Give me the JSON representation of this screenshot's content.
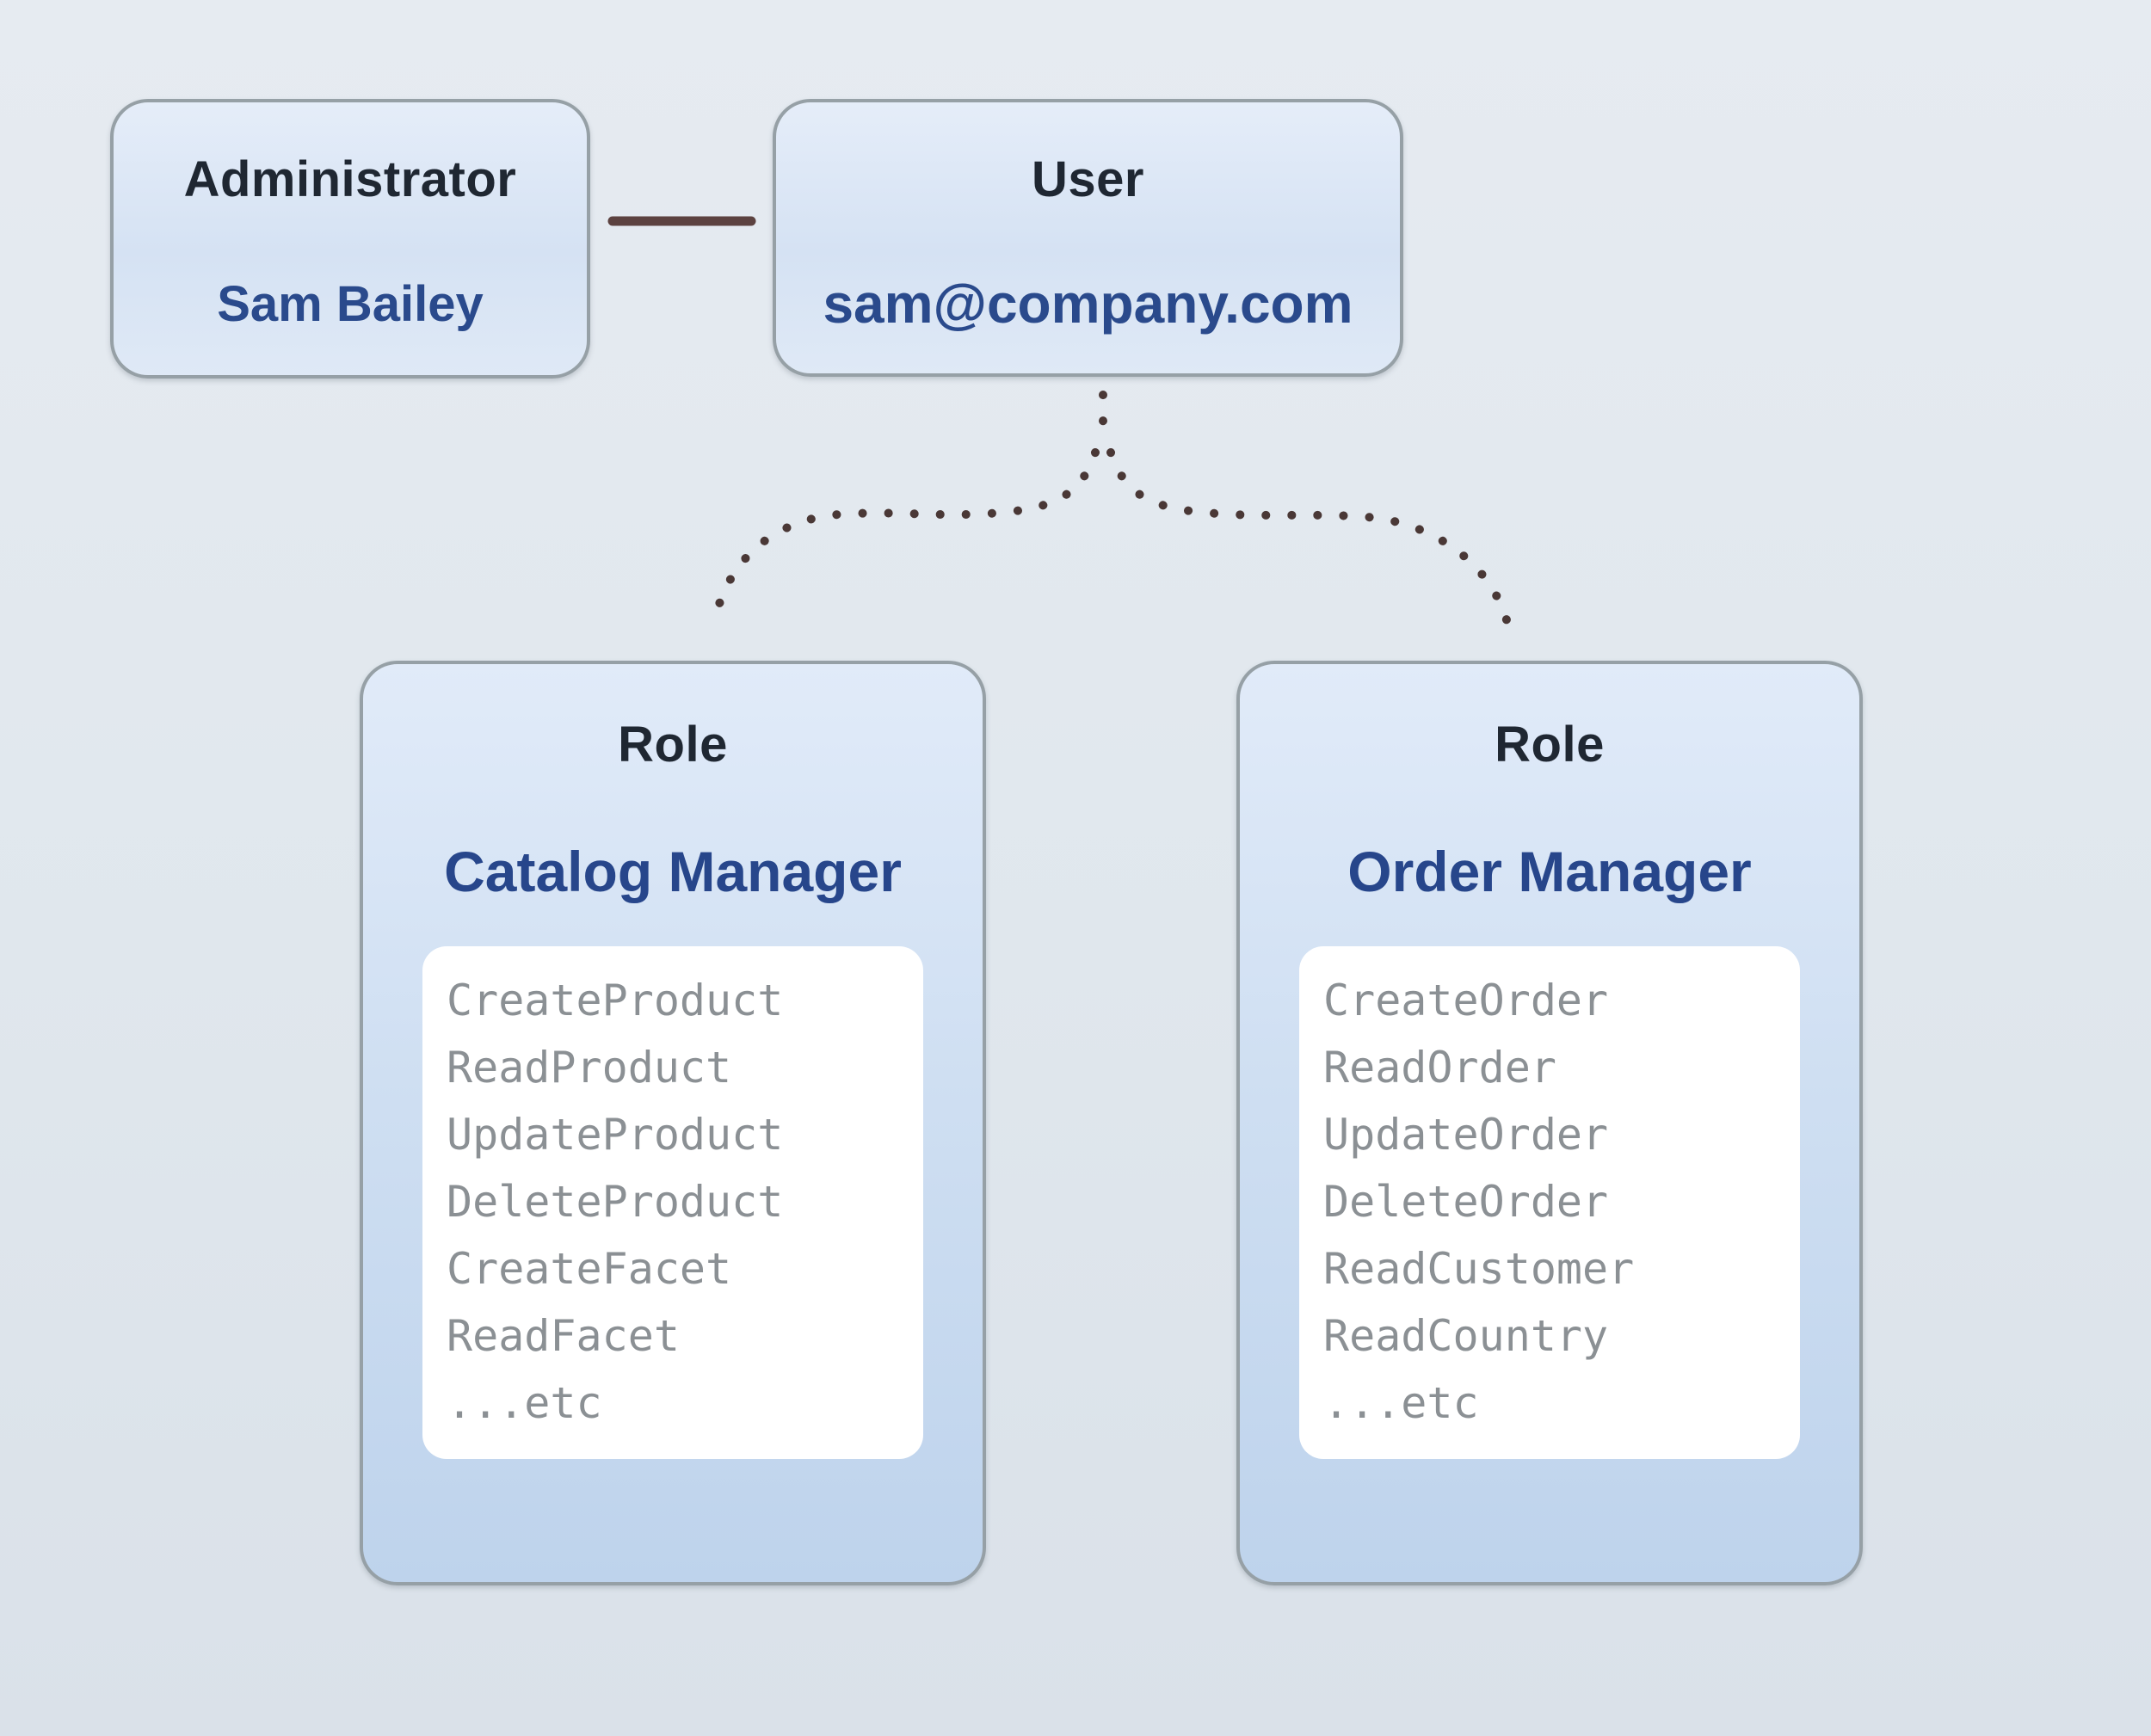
{
  "diagram": {
    "admin_box": {
      "title": "Administrator",
      "name": "Sam Bailey"
    },
    "user_box": {
      "title": "User",
      "email": "sam@company.com"
    },
    "role_left": {
      "title": "Role",
      "name": "Catalog Manager",
      "permissions": [
        "CreateProduct",
        "ReadProduct",
        "UpdateProduct",
        "DeleteProduct",
        "CreateFacet",
        "ReadFacet",
        "...etc"
      ]
    },
    "role_right": {
      "title": "Role",
      "name": "Order Manager",
      "permissions": [
        "CreateOrder",
        "ReadOrder",
        "UpdateOrder",
        "DeleteOrder",
        "ReadCustomer",
        "ReadCountry",
        "...etc"
      ]
    },
    "colors": {
      "heading_dark": "#1f2732",
      "accent_blue": "#2a4a8c",
      "list_gray": "#8b9094",
      "solid_connector": "#5c4240",
      "dotted_connector": "#4a3836",
      "box_border": "#96a0a6"
    }
  }
}
